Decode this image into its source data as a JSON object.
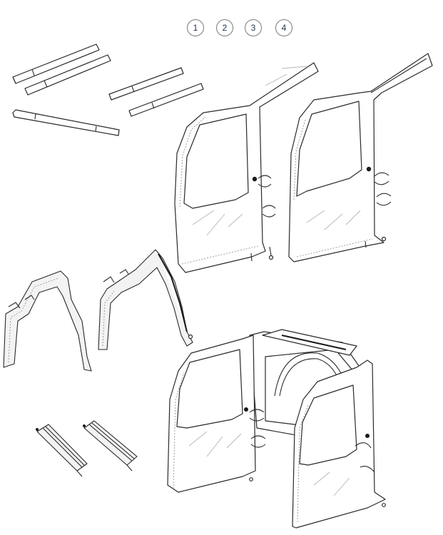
{
  "steps": [
    {
      "label": "1"
    },
    {
      "label": "2"
    },
    {
      "label": "3"
    },
    {
      "label": "4"
    }
  ],
  "colors": {
    "line": "#2a2a2a",
    "step_text": "#1f2f4a",
    "background": "#ffffff"
  },
  "icons": {
    "step_button": "numbered-circle",
    "parts": [
      "frame-bar-icon",
      "soft-door-front-icon",
      "soft-door-rear-icon",
      "door-surround-icon",
      "weatherstrip-icon",
      "assembled-enclosure-icon"
    ]
  }
}
